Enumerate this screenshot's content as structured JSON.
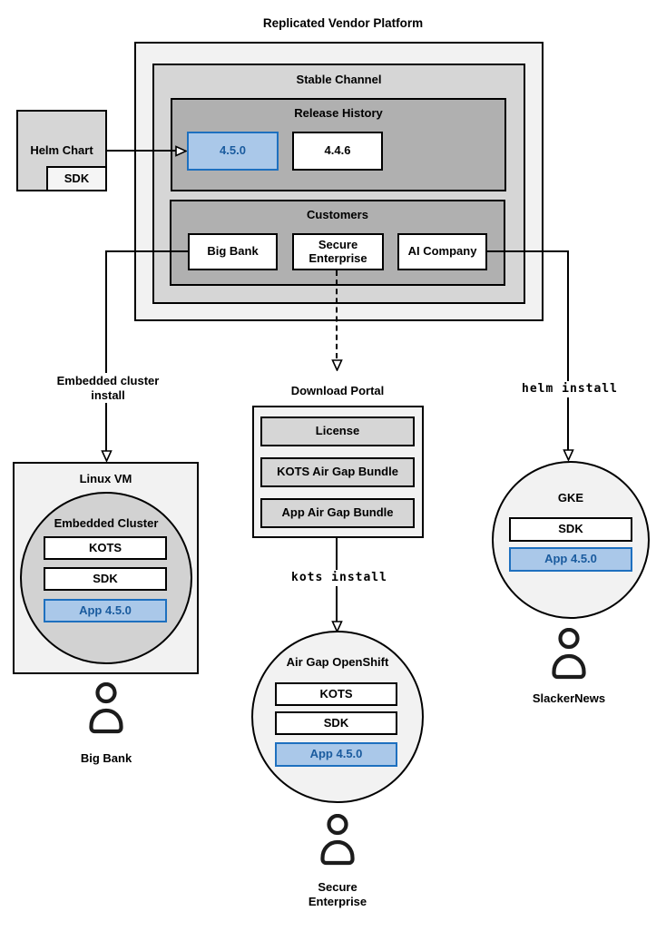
{
  "colors": {
    "highlight_fill": "#aac8e9",
    "highlight_border": "#1e70bf",
    "highlight_text": "#1a5b9e",
    "container_light": "#f2f2f2",
    "container_mid": "#d6d6d6",
    "container_dark": "#b0b0b0"
  },
  "title": "Replicated Vendor Platform",
  "platform": {
    "stable_channel": {
      "label": "Stable Channel",
      "release_history": {
        "label": "Release History",
        "releases": [
          {
            "label": "4.5.0",
            "highlighted": true
          },
          {
            "label": "4.4.6",
            "highlighted": false
          }
        ]
      },
      "customers": {
        "label": "Customers",
        "items": [
          {
            "label": "Big Bank"
          },
          {
            "label": "Secure Enterprise"
          },
          {
            "label": "AI Company"
          }
        ]
      }
    }
  },
  "helm_chart": {
    "label": "Helm Chart",
    "sdk_label": "SDK"
  },
  "edges": {
    "embedded_cluster_install": "Embedded cluster install",
    "kots_install": "kots install",
    "helm_install": "helm install"
  },
  "download_portal": {
    "label": "Download Portal",
    "items": [
      {
        "label": "License"
      },
      {
        "label": "KOTS Air Gap Bundle"
      },
      {
        "label": "App Air Gap Bundle"
      }
    ]
  },
  "linux_vm": {
    "label": "Linux VM",
    "embedded_cluster": {
      "label": "Embedded Cluster",
      "stack": [
        {
          "label": "KOTS",
          "highlighted": false
        },
        {
          "label": "SDK",
          "highlighted": false
        },
        {
          "label": "App 4.5.0",
          "highlighted": true
        }
      ]
    },
    "user": "Big Bank"
  },
  "air_gap_openshift": {
    "label": "Air Gap OpenShift",
    "stack": [
      {
        "label": "KOTS",
        "highlighted": false
      },
      {
        "label": "SDK",
        "highlighted": false
      },
      {
        "label": "App 4.5.0",
        "highlighted": true
      }
    ],
    "user": "Secure Enterprise"
  },
  "gke": {
    "label": "GKE",
    "stack": [
      {
        "label": "SDK",
        "highlighted": false
      },
      {
        "label": "App 4.5.0",
        "highlighted": true
      }
    ],
    "user": "SlackerNews"
  }
}
